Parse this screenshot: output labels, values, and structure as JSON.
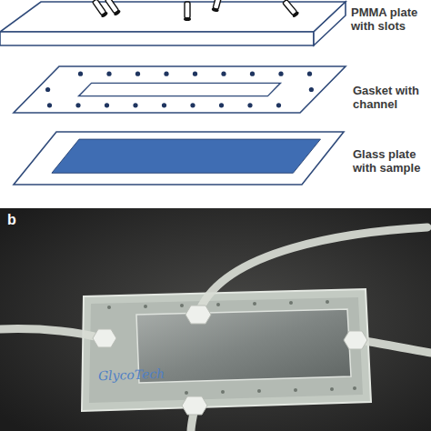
{
  "diagram": {
    "nodes": [
      {
        "text": [
          "PMMA plate with slots"
        ]
      },
      {
        "text": [
          "Gasket with channel"
        ]
      },
      {
        "text": [
          "Glass plate with sample"
        ]
      }
    ],
    "labels": [
      "b",
      "GlycoTech"
    ]
  }
}
